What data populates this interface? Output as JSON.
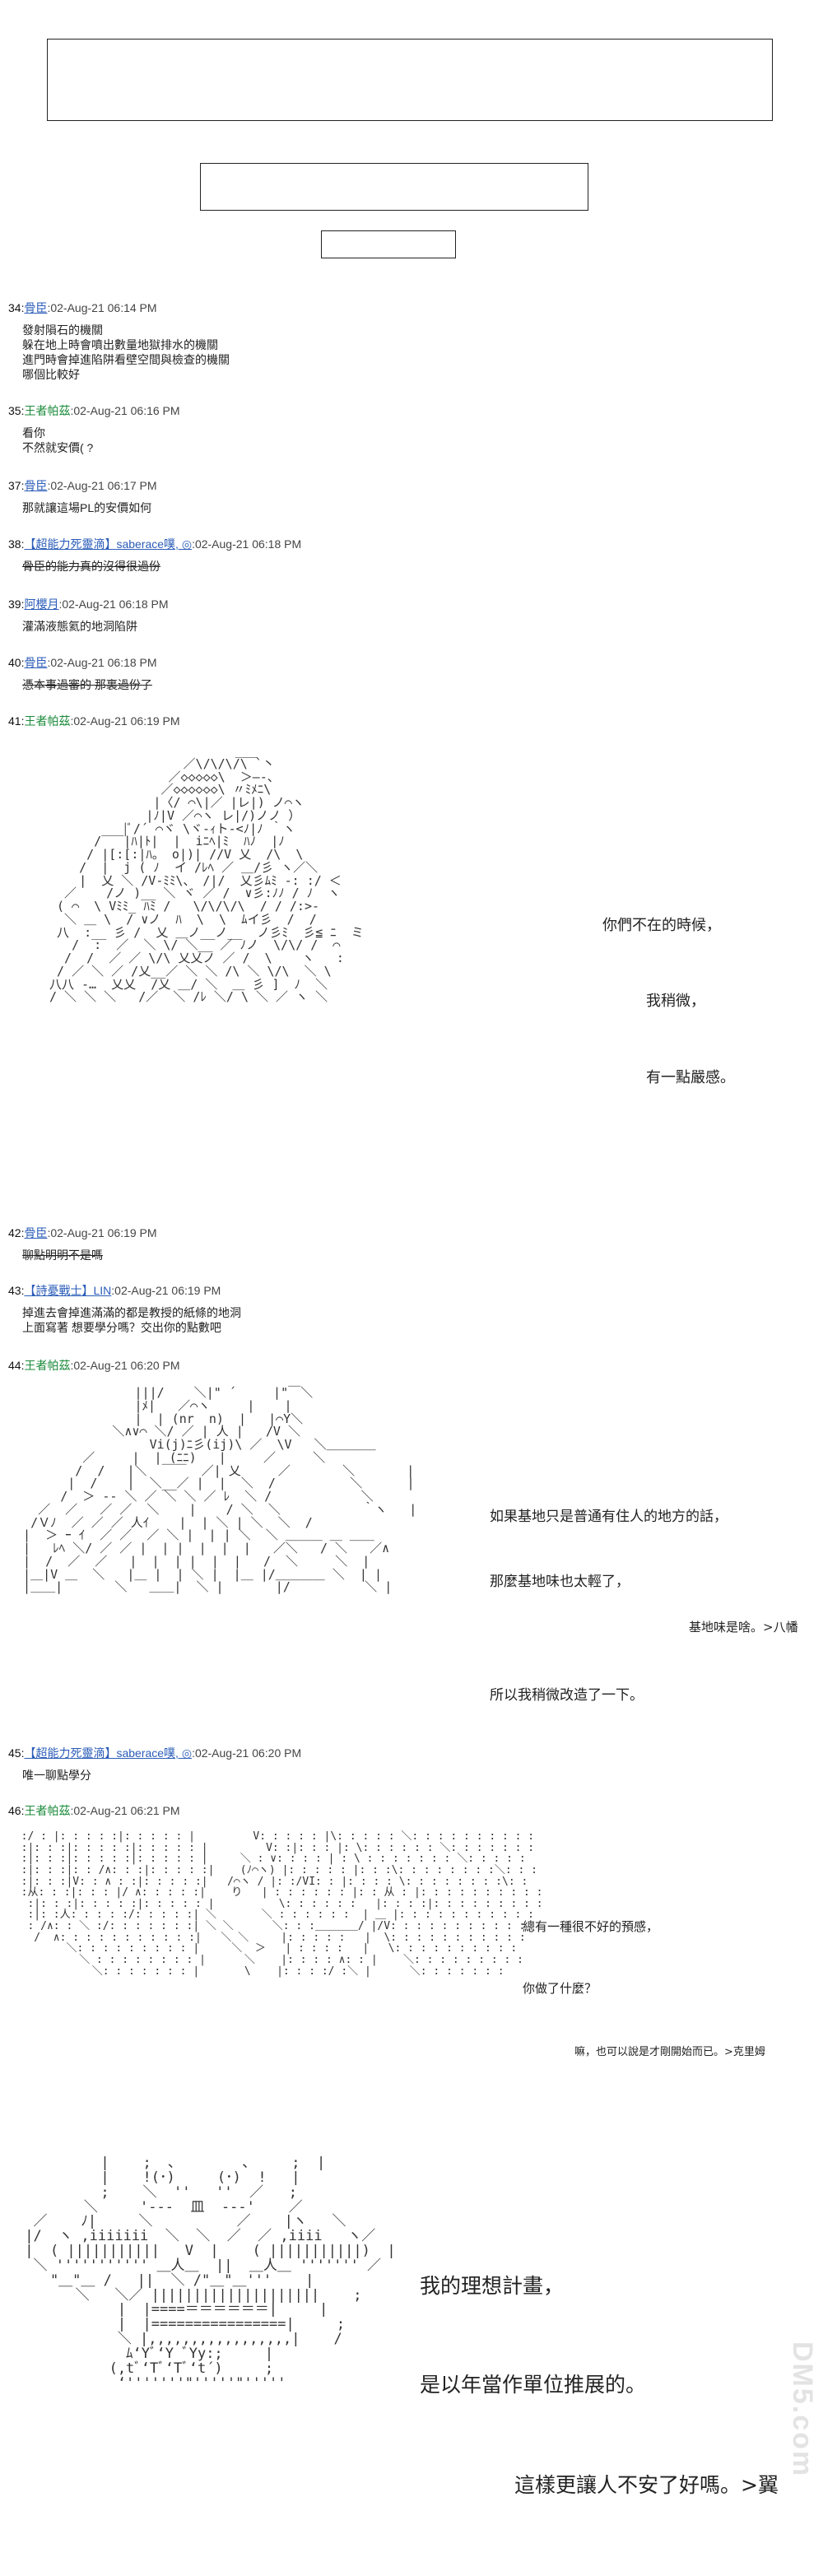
{
  "posts": [
    {
      "num": "34:",
      "name": "骨臣",
      "date": ":02-Aug-21 06:14 PM",
      "body": "發射隕石的機關\n躲在地上時會噴出數量地獄排水的機關\n進門時會掉進陷阱看壁空間與檢查的機關\n哪個比較好"
    },
    {
      "num": "35:",
      "name": "王者帕茲",
      "date": ":02-Aug-21 06:16 PM",
      "body": "看你\n不然就安價( ?"
    },
    {
      "num": "37:",
      "name": "骨臣",
      "date": ":02-Aug-21 06:17 PM",
      "body": "那就讓這場PL的安價如何"
    },
    {
      "num": "38:",
      "name": "【超能力死靈滴】saberace噗, ◎",
      "date": ":02-Aug-21 06:18 PM",
      "body": "骨臣的能力真的沒得很過份"
    },
    {
      "num": "39:",
      "name": "阿櫻月",
      "date": ":02-Aug-21 06:18 PM",
      "body": "灌滿液態氦的地洞陷阱"
    },
    {
      "num": "40:",
      "name": "骨臣",
      "date": ":02-Aug-21 06:18 PM",
      "body": "憑本事過審的 那裏過份了"
    },
    {
      "num": "41:",
      "name": "王者帕茲",
      "date": ":02-Aug-21 06:19 PM",
      "body": ""
    },
    {
      "num": "42:",
      "name": "骨臣",
      "date": ":02-Aug-21 06:19 PM",
      "body": "聊點明明不是嗎"
    },
    {
      "num": "43:",
      "name": "【詩憂戰士】LIN",
      "date": ":02-Aug-21 06:19 PM",
      "body": "掉進去會掉進滿滿的都是教授的紙條的地洞\n上面寫著 想要學分嗎？交出你的點數吧"
    },
    {
      "num": "44:",
      "name": "王者帕茲",
      "date": ":02-Aug-21 06:20 PM",
      "body": ""
    },
    {
      "num": "45:",
      "name": "【超能力死靈滴】saberace噗, ◎",
      "date": ":02-Aug-21 06:20 PM",
      "body": "唯一聊點學分"
    },
    {
      "num": "46:",
      "name": "王者帕茲",
      "date": ":02-Aug-21 06:21 PM",
      "body": ""
    }
  ],
  "captions": {
    "s1": [
      "你們不在的時候，",
      "我稍微，",
      "有一點嚴感。"
    ],
    "s2": [
      "如果基地只是普通有住人的地方的話，",
      "那麼基地味也太輕了，",
      "基地味是啥。>八幡",
      "所以我稍微改造了一下。"
    ],
    "s3": [
      "總有一種很不好的預感，",
      "你做了什麼？",
      "嘛，也可以說是才剛開始而已。>克里姆"
    ],
    "s4": [
      "我的理想計畫，",
      "是以年當作單位推展的。",
      "這樣更讓人不安了好嗎。>翼"
    ]
  },
  "watermark": "DM5.com"
}
